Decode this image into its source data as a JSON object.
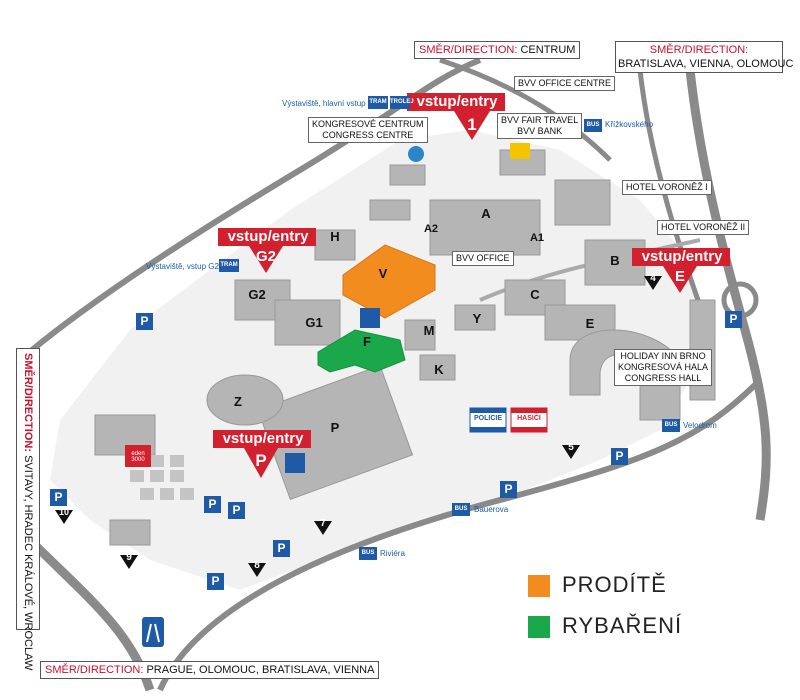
{
  "directions": {
    "prefix": "SMĚR/DIRECTION:",
    "top": "CENTRUM",
    "top_right": "BRATISLAVA, VIENNA, OLOMOUC",
    "left": "SVITAVY, HRADEC KRÁLOVÉ, WROCLAW",
    "bottom": "PRAGUE, OLOMOUC, BRATISLAVA, VIENNA"
  },
  "entries": [
    {
      "id": "1",
      "label": "vstup/entry"
    },
    {
      "id": "G2",
      "label": "vstup/entry"
    },
    {
      "id": "E",
      "label": "vstup/entry"
    },
    {
      "id": "P",
      "label": "vstup/entry"
    }
  ],
  "tags": {
    "bvv_office_centre": "BVV OFFICE CENTRE",
    "congress_line1": "KONGRESOVÉ CENTRUM",
    "congress_line2": "CONGRESS CENTRE",
    "fair_travel_line1": "BVV FAIR TRAVEL",
    "fair_travel_line2": "BVV BANK",
    "bvv_office": "BVV OFFICE",
    "hotel1": "HOTEL VORONĚŽ I",
    "hotel2": "HOTEL VORONĚŽ II",
    "holiday_line1": "HOLIDAY INN BRNO",
    "holiday_line2": "KONGRESOVÁ HALA",
    "holiday_line3": "CONGRESS HALL"
  },
  "stops": {
    "main_entrance": "Výstaviště, hlavní vstup",
    "g2": "Výstaviště, vstup G2",
    "krizkovskeho": "Křížkovského",
    "velodrom": "Velodrom",
    "bauerova": "Bauerova",
    "riviera": "Riviéra",
    "tram": "TRAM",
    "trolej": "TROLEJ",
    "bus": "BUS"
  },
  "buildings": [
    "A",
    "A2",
    "A1",
    "B",
    "C",
    "E",
    "F",
    "G1",
    "G2",
    "H",
    "K",
    "M",
    "P",
    "V",
    "Y",
    "Z"
  ],
  "gates": [
    "4",
    "5",
    "7",
    "8",
    "9",
    "10"
  ],
  "services": {
    "police": "POLICIE",
    "fire": "HASIČI",
    "parking": "P",
    "eden": "eden 3000"
  },
  "legend": [
    {
      "label": "PRODÍTĚ",
      "color": "#f28c1e"
    },
    {
      "label": "RYBAŘENÍ",
      "color": "#1aa84a"
    }
  ],
  "colors": {
    "entry_red": "#d3202f",
    "parking_blue": "#1f5aa6",
    "building_grey": "#b5b5b5",
    "road_grey": "#8a8a8a",
    "hall_v_orange": "#f28c1e",
    "hall_f_green": "#1aa84a"
  }
}
